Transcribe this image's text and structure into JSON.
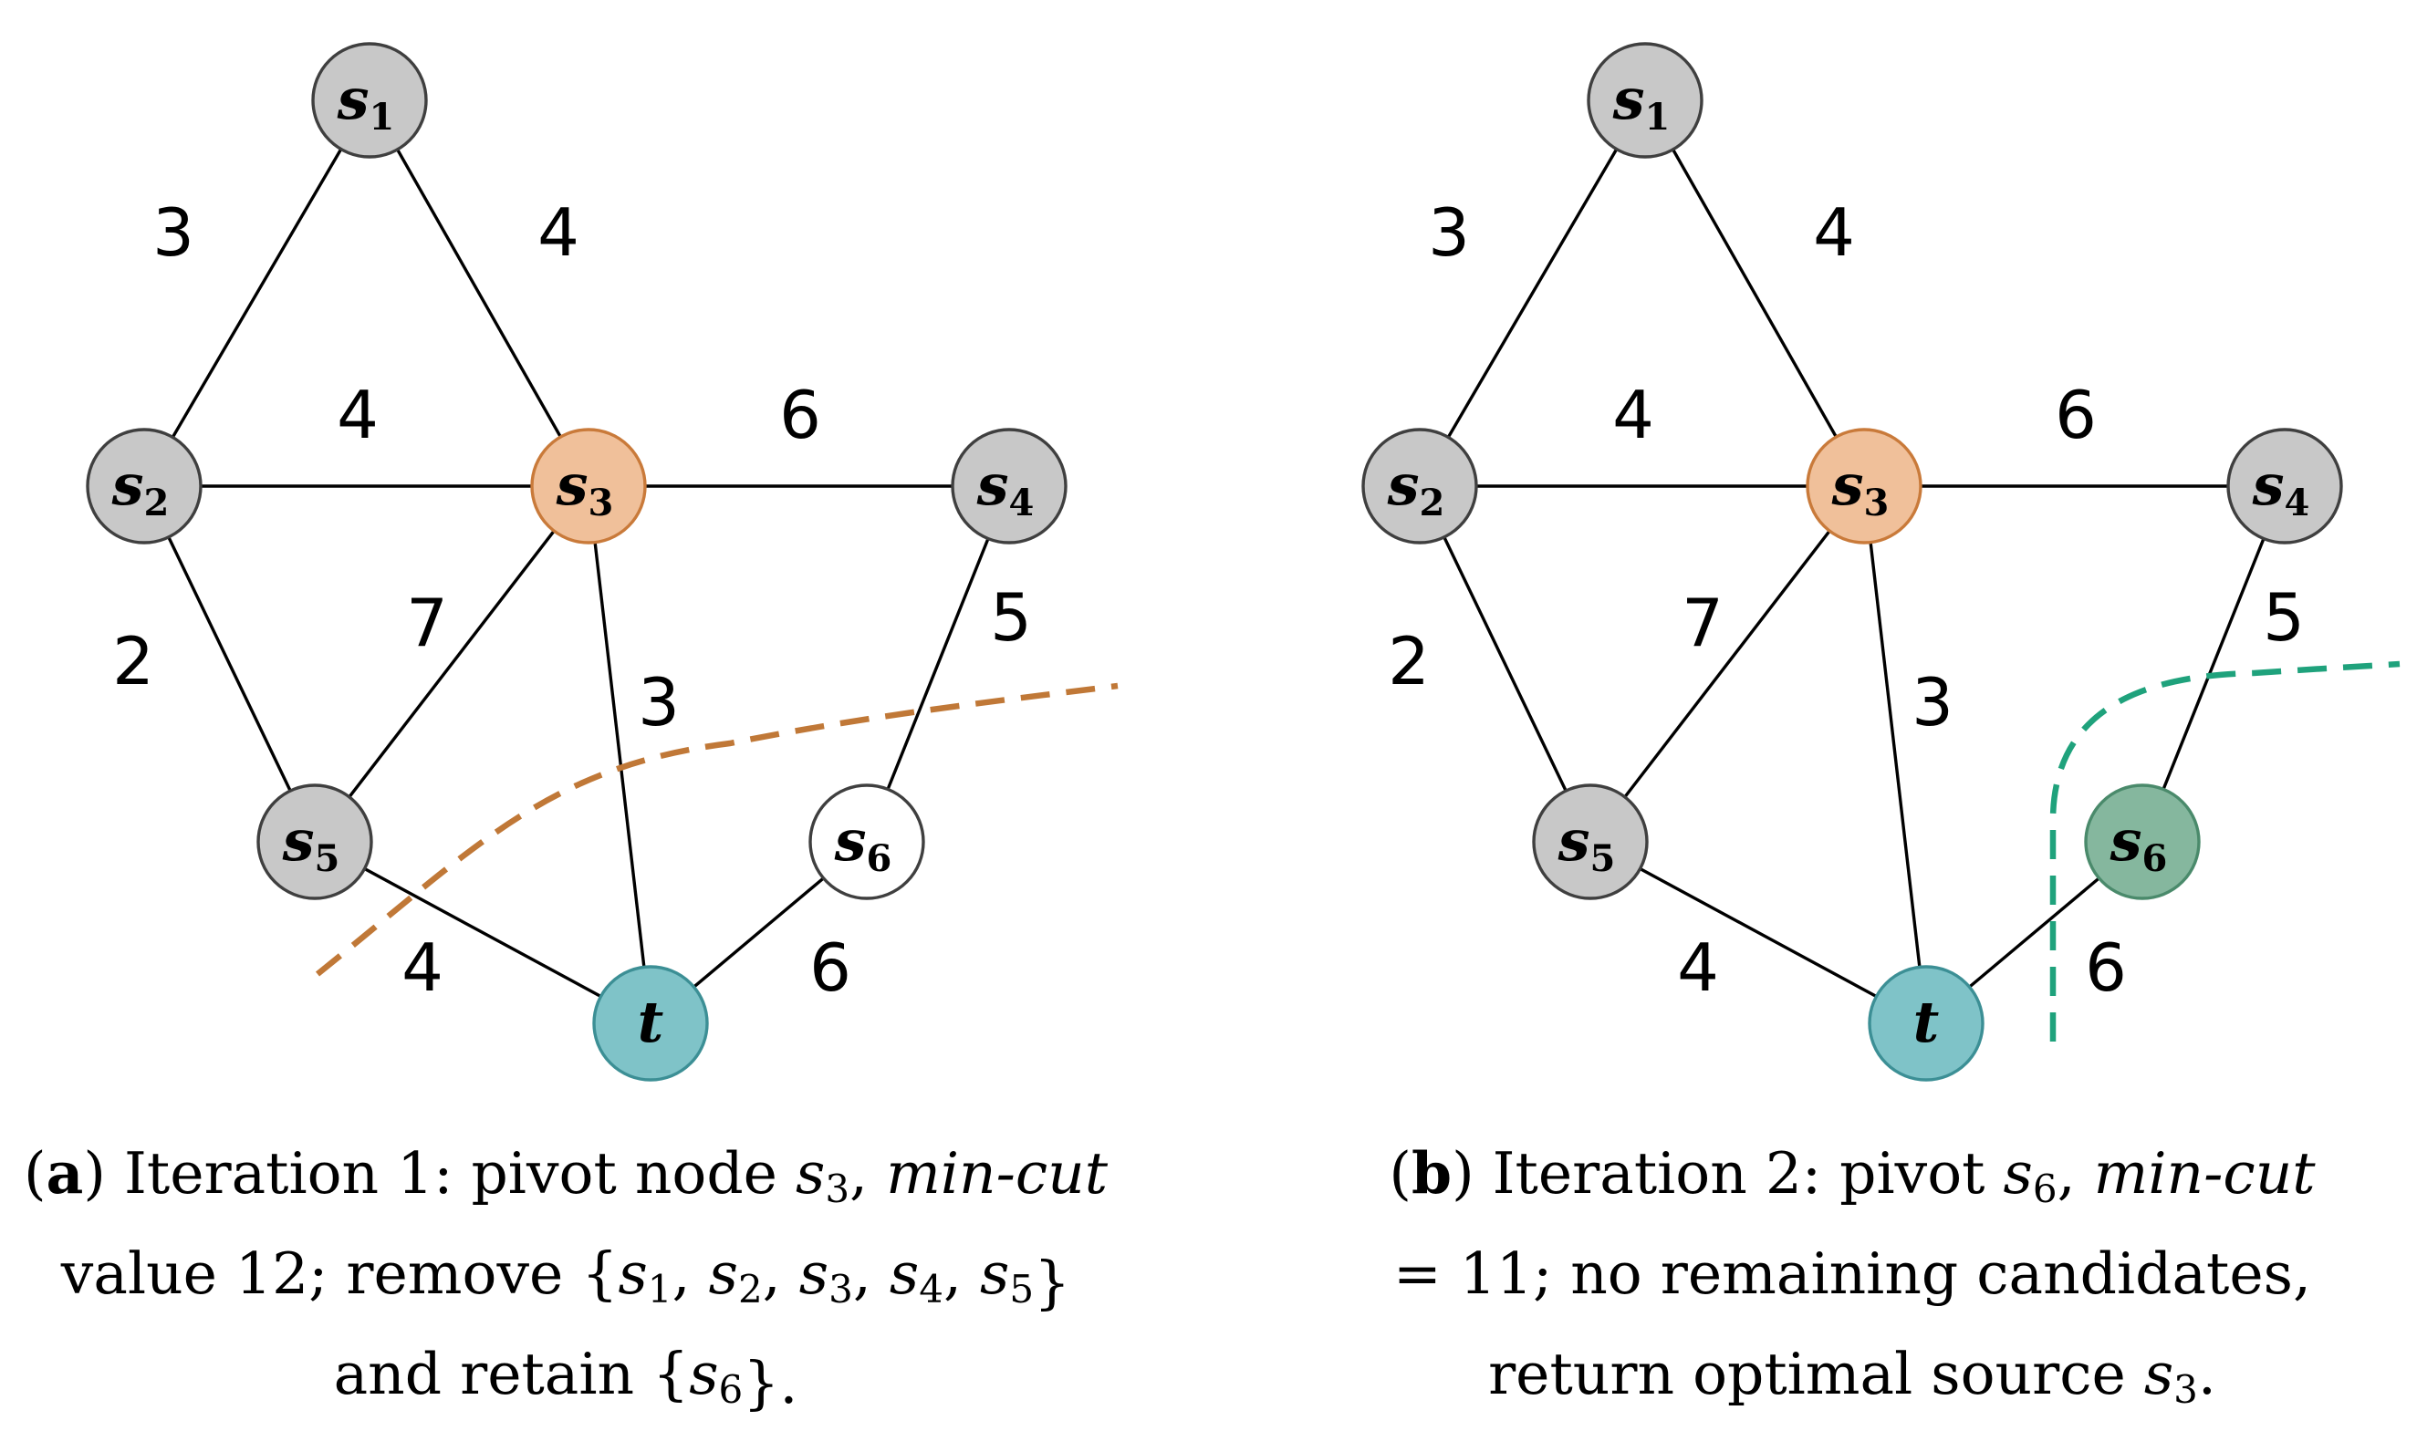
{
  "colors": {
    "gray_node": "#c8c8c8",
    "gray_stroke": "#3f3f3f",
    "pivot_fill": "#f0c09a",
    "pivot_stroke": "#c97a3a",
    "sink_fill": "#7fc3c8",
    "sink_stroke": "#3c8f95",
    "s6_retained_fill": "#ffffff",
    "s6_pivot_fill": "#85b79e",
    "s6_pivot_stroke": "#4a8a6b",
    "cut_a": "#c07837",
    "cut_b": "#1fa27c"
  },
  "nodes": {
    "s1": {
      "base": "s",
      "sub": "1"
    },
    "s2": {
      "base": "s",
      "sub": "2"
    },
    "s3": {
      "base": "s",
      "sub": "3"
    },
    "s4": {
      "base": "s",
      "sub": "4"
    },
    "s5": {
      "base": "s",
      "sub": "5"
    },
    "s6": {
      "base": "s",
      "sub": "6"
    },
    "t": {
      "base": "t",
      "sub": ""
    }
  },
  "edges": [
    {
      "from": "s1",
      "to": "s2",
      "weight": "3"
    },
    {
      "from": "s1",
      "to": "s3",
      "weight": "4"
    },
    {
      "from": "s2",
      "to": "s3",
      "weight": "4"
    },
    {
      "from": "s3",
      "to": "s4",
      "weight": "6"
    },
    {
      "from": "s2",
      "to": "s5",
      "weight": "2"
    },
    {
      "from": "s3",
      "to": "s5",
      "weight": "7"
    },
    {
      "from": "s3",
      "to": "t",
      "weight": "3"
    },
    {
      "from": "s4",
      "to": "s6",
      "weight": "5"
    },
    {
      "from": "s5",
      "to": "t",
      "weight": "4"
    },
    {
      "from": "s6",
      "to": "t",
      "weight": "6"
    }
  ],
  "captions": {
    "a": {
      "tag": "a",
      "line1": {
        "text": "Iteration 1: pivot node ",
        "pivot_base": "s",
        "pivot_sub": "3",
        "sep": ", ",
        "italic": "min-cut"
      },
      "line2": {
        "prefix": "value 12; remove {",
        "set": [
          {
            "b": "s",
            "s": "1"
          },
          {
            "b": "s",
            "s": "2"
          },
          {
            "b": "s",
            "s": "3"
          },
          {
            "b": "s",
            "s": "4"
          },
          {
            "b": "s",
            "s": "5"
          }
        ],
        "suffix": "}"
      },
      "line3": {
        "prefix": "and retain {",
        "set": [
          {
            "b": "s",
            "s": "6"
          }
        ],
        "suffix": "}."
      }
    },
    "b": {
      "tag": "b",
      "line1": {
        "text": "Iteration 2: pivot ",
        "pivot_base": "s",
        "pivot_sub": "6",
        "sep": ", ",
        "italic": "min-cut"
      },
      "line2": {
        "text": "= 11; no remaining candidates,"
      },
      "line3": {
        "text": "return optimal source ",
        "base": "s",
        "sub": "3",
        "suffix": "."
      }
    }
  }
}
